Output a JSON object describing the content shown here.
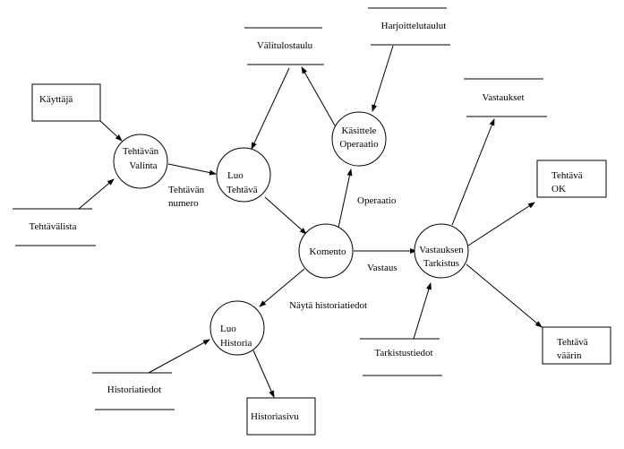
{
  "diagram": {
    "type": "data-flow-diagram",
    "colors": {
      "stroke": "#000000",
      "background": "#ffffff"
    },
    "externals": [
      {
        "id": "kayttaja",
        "lines": [
          "Käyttäjä"
        ]
      },
      {
        "id": "tehtava-ok",
        "lines": [
          "Tehtävä",
          "OK"
        ]
      },
      {
        "id": "tehtava-vaarin",
        "lines": [
          "Tehtävä",
          "väärin"
        ]
      },
      {
        "id": "historiasivu",
        "lines": [
          "Historiasivu"
        ]
      }
    ],
    "processes": [
      {
        "id": "tehtavan-valinta",
        "lines": [
          "Tehtävän",
          "Valinta"
        ]
      },
      {
        "id": "luo-tehtava",
        "lines": [
          "Luo",
          "Tehtävä"
        ]
      },
      {
        "id": "kasittele-operaatio",
        "lines": [
          "Käsittele",
          "Operaatio"
        ]
      },
      {
        "id": "komento",
        "lines": [
          "Komento"
        ]
      },
      {
        "id": "vastauksen-tarkistus",
        "lines": [
          "Vastauksen",
          "Tarkistus"
        ]
      },
      {
        "id": "luo-historia",
        "lines": [
          "Luo",
          "Historia"
        ]
      }
    ],
    "stores": [
      {
        "id": "valitulostaulu",
        "label": "Välitulostaulu"
      },
      {
        "id": "harjoittelutaulut",
        "label": "Harjoittelutaulut"
      },
      {
        "id": "vastaukset",
        "label": "Vastaukset"
      },
      {
        "id": "tehtavalista",
        "label": "Tehtävälista"
      },
      {
        "id": "tarkistustiedot",
        "label": "Tarkistustiedot"
      },
      {
        "id": "historiatiedot",
        "label": "Historiatiedot"
      }
    ],
    "flow_labels": [
      {
        "id": "tehtavan-numero",
        "lines": [
          "Tehtävän",
          "numero"
        ]
      },
      {
        "id": "operaatio",
        "lines": [
          "Operaatio"
        ]
      },
      {
        "id": "vastaus",
        "lines": [
          "Vastaus"
        ]
      },
      {
        "id": "nayta-historiatiedot",
        "lines": [
          "Näytä historiatiedot"
        ]
      }
    ],
    "flows": [
      {
        "from": "kayttaja",
        "to": "tehtavan-valinta"
      },
      {
        "from": "tehtavalista",
        "to": "tehtavan-valinta"
      },
      {
        "from": "tehtavan-valinta",
        "to": "luo-tehtava",
        "label": "tehtavan-numero"
      },
      {
        "from": "valitulostaulu",
        "to": "luo-tehtava"
      },
      {
        "from": "kasittele-operaatio",
        "to": "valitulostaulu"
      },
      {
        "from": "harjoittelutaulut",
        "to": "kasittele-operaatio"
      },
      {
        "from": "luo-tehtava",
        "to": "komento"
      },
      {
        "from": "komento",
        "to": "kasittele-operaatio",
        "label": "operaatio"
      },
      {
        "from": "komento",
        "to": "vastauksen-tarkistus",
        "label": "vastaus"
      },
      {
        "from": "komento",
        "to": "luo-historia",
        "label": "nayta-historiatiedot"
      },
      {
        "from": "vastauksen-tarkistus",
        "to": "vastaukset"
      },
      {
        "from": "vastauksen-tarkistus",
        "to": "tehtava-ok"
      },
      {
        "from": "vastauksen-tarkistus",
        "to": "tehtava-vaarin"
      },
      {
        "from": "tarkistustiedot",
        "to": "vastauksen-tarkistus"
      },
      {
        "from": "historiatiedot",
        "to": "luo-historia"
      },
      {
        "from": "luo-historia",
        "to": "historiasivu"
      }
    ]
  }
}
